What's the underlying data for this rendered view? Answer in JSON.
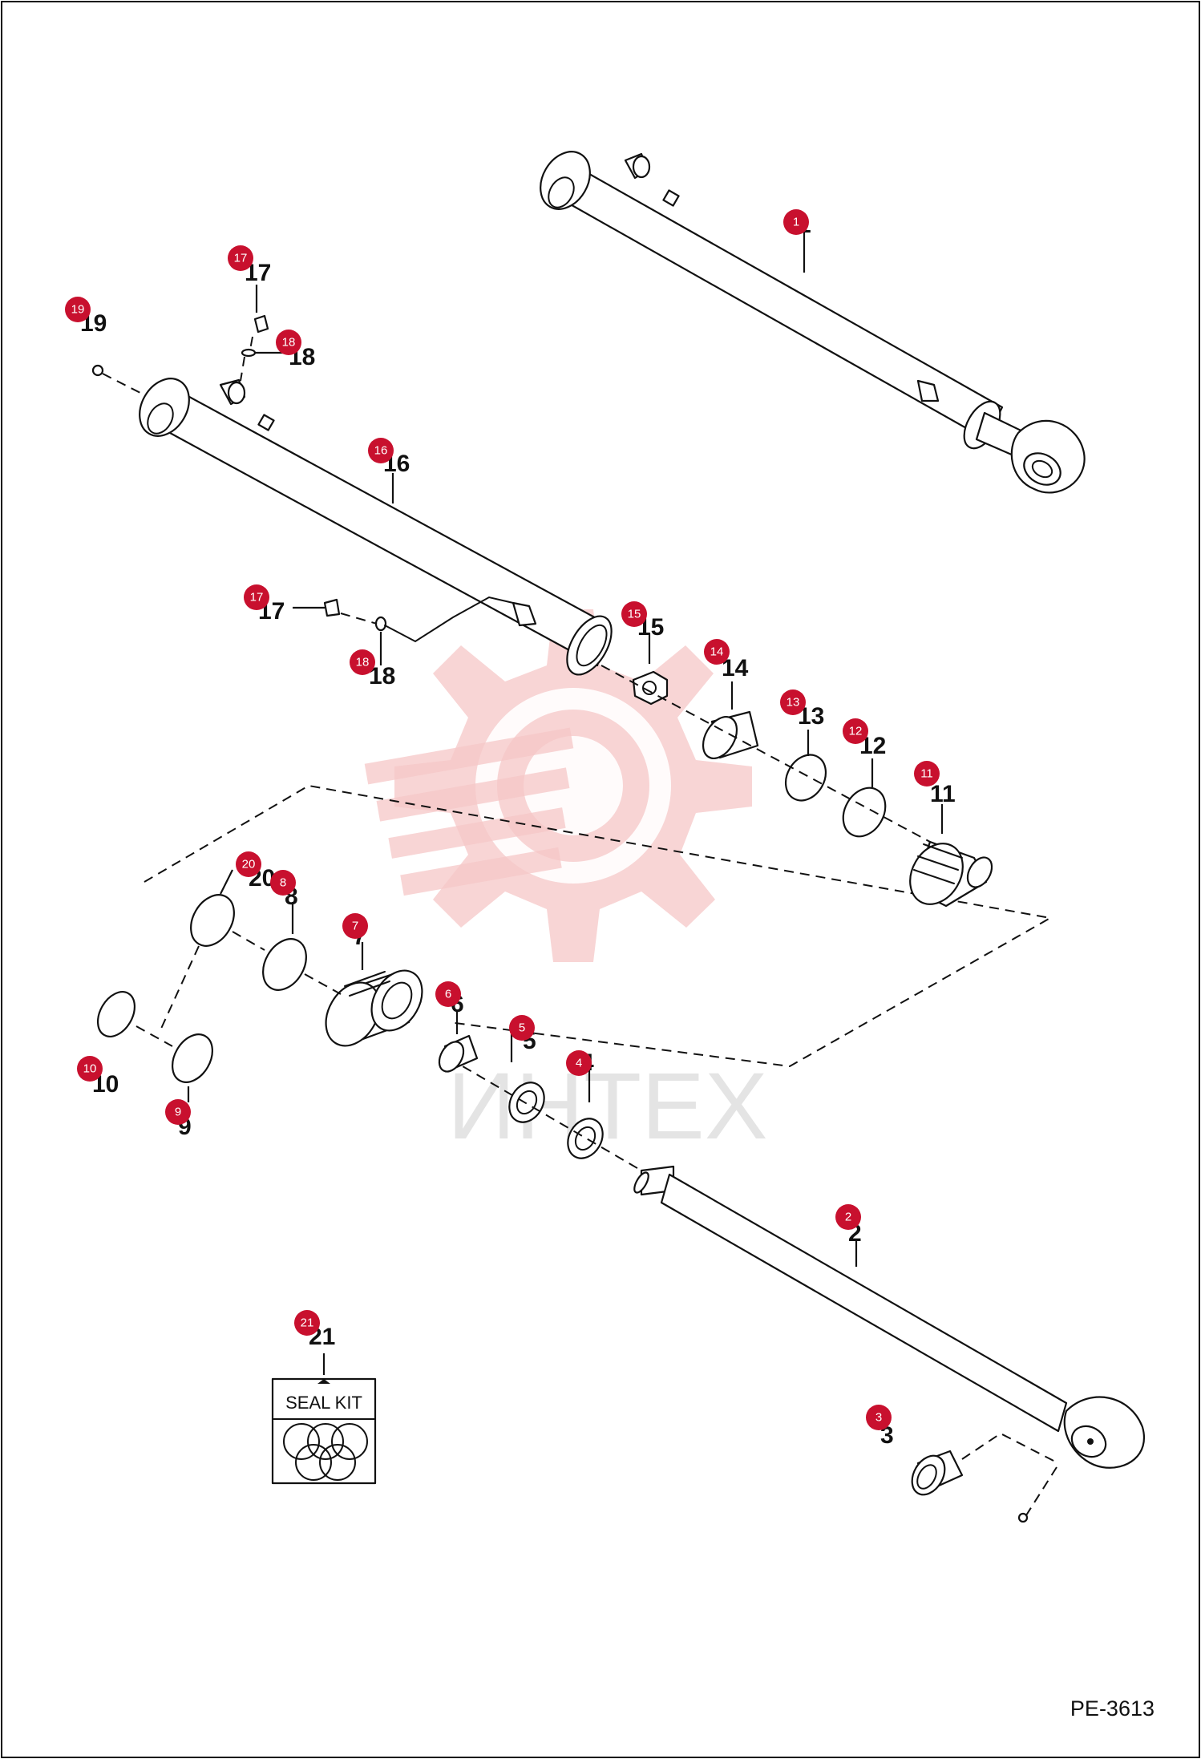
{
  "diagram_id": "PE-3613",
  "watermark_text": "ИНТЕХ",
  "seal_kit_label": "SEAL KIT",
  "callouts": [
    {
      "id": "1",
      "label": "1"
    },
    {
      "id": "2",
      "label": "2"
    },
    {
      "id": "3",
      "label": "3"
    },
    {
      "id": "4",
      "label": "4"
    },
    {
      "id": "5",
      "label": "5"
    },
    {
      "id": "6",
      "label": "6"
    },
    {
      "id": "7",
      "label": "7"
    },
    {
      "id": "8",
      "label": "8"
    },
    {
      "id": "9",
      "label": "9"
    },
    {
      "id": "10",
      "label": "10"
    },
    {
      "id": "11",
      "label": "11"
    },
    {
      "id": "12",
      "label": "12"
    },
    {
      "id": "13",
      "label": "13"
    },
    {
      "id": "14",
      "label": "14"
    },
    {
      "id": "15",
      "label": "15"
    },
    {
      "id": "16",
      "label": "16"
    },
    {
      "id": "17a",
      "label": "17"
    },
    {
      "id": "17b",
      "label": "17"
    },
    {
      "id": "18a",
      "label": "18"
    },
    {
      "id": "18b",
      "label": "18"
    },
    {
      "id": "19",
      "label": "19"
    },
    {
      "id": "20",
      "label": "20"
    },
    {
      "id": "21",
      "label": "21"
    }
  ],
  "colors": {
    "badge": "#c8102e",
    "watermark": "#f6c7c7",
    "ink": "#111111"
  }
}
